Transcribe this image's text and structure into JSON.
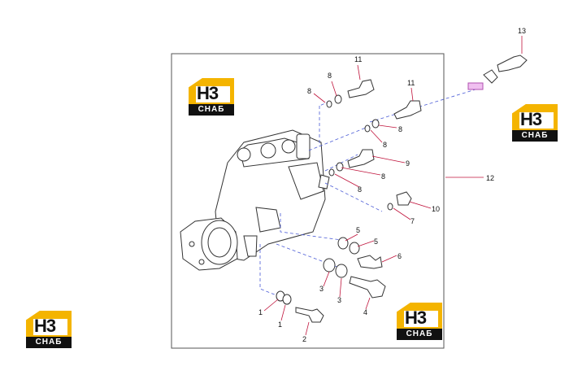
{
  "logo": {
    "mark": "H3",
    "text": "CHAБ",
    "accent": "#f4b400"
  },
  "callouts": [
    "1",
    "1",
    "2",
    "3",
    "3",
    "4",
    "5",
    "5",
    "6",
    "7",
    "8",
    "8",
    "8",
    "8",
    "8",
    "8",
    "9",
    "10",
    "11",
    "11",
    "12",
    "13"
  ],
  "colors": {
    "leader": "#c0143c",
    "dash": "#4a5bd6",
    "part": "#333333"
  }
}
